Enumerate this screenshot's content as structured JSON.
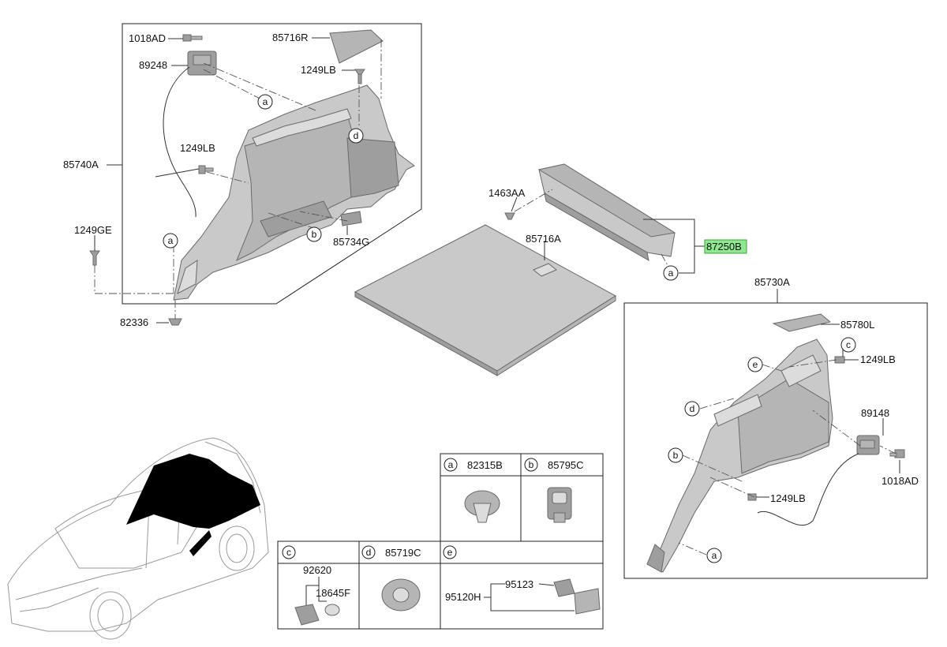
{
  "parts": {
    "p1018ad_l": "1018AD",
    "p85716r": "85716R",
    "p89248": "89248",
    "p1249lb_l1": "1249LB",
    "p85740a": "85740A",
    "p1249lb_l2": "1249LB",
    "p1249ge": "1249GE",
    "p85734g": "85734G",
    "p82336": "82336",
    "p1463aa": "1463AA",
    "p85716a": "85716A",
    "p87250b": "87250B",
    "p85730a": "85730A",
    "p85780l": "85780L",
    "p1249lb_r1": "1249LB",
    "p89148": "89148",
    "p1018ad_r": "1018AD",
    "p1249lb_r2": "1249LB"
  },
  "callouts": {
    "a": "a",
    "b": "b",
    "c": "c",
    "d": "d",
    "e": "e"
  },
  "legend": {
    "a_part": "82315B",
    "b_part": "85795C",
    "c_part1": "92620",
    "c_part2": "18645F",
    "d_part": "85719C",
    "e_part1": "95120H",
    "e_part2": "95123"
  },
  "colors": {
    "highlight": "#8fe88f"
  }
}
